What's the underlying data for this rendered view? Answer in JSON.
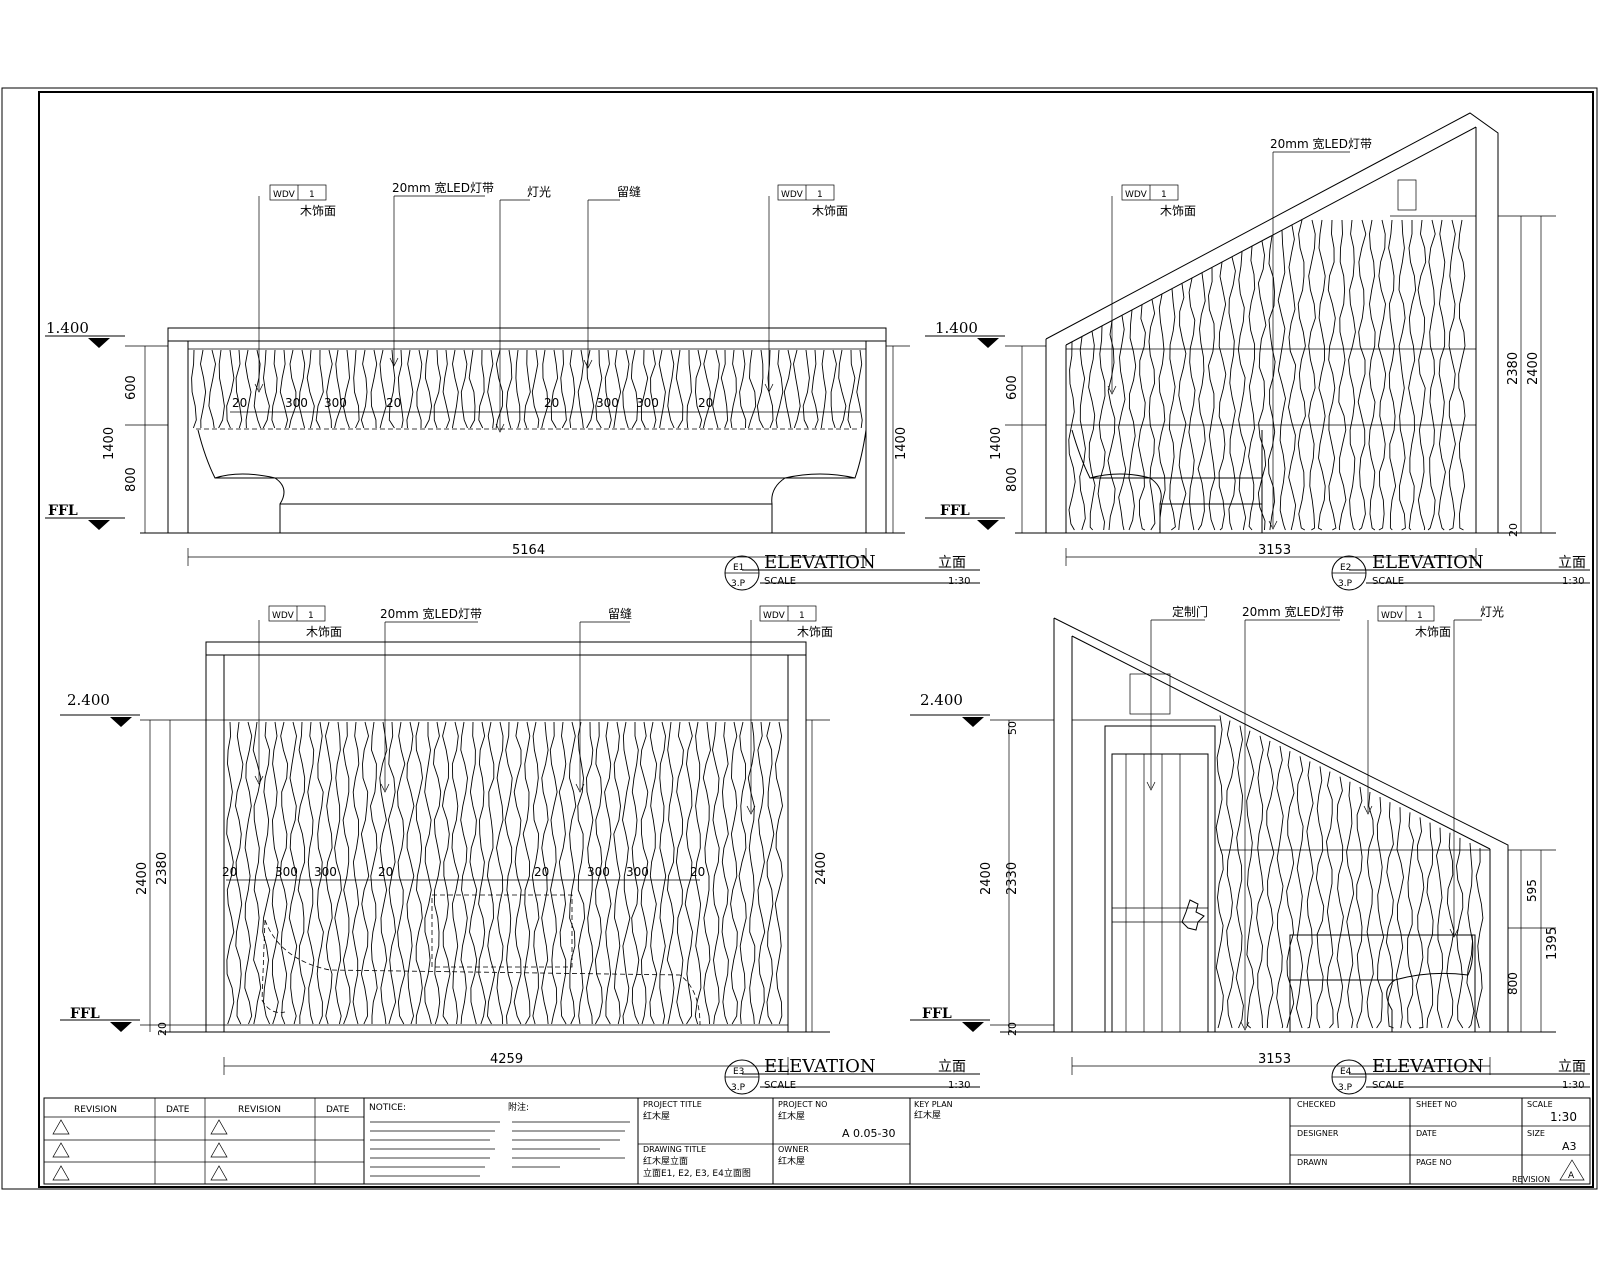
{
  "elevations": [
    {
      "id": "E1",
      "level_top": "1.400",
      "level_bottom": "FFL",
      "dims_left": [
        "600",
        "800",
        "1400"
      ],
      "dims_right": [
        "1400"
      ],
      "width": "5164",
      "spacings": [
        "20",
        "300",
        "300",
        "20",
        "20",
        "300",
        "300",
        "20"
      ],
      "tags": [
        {
          "code": "WDV",
          "num": "1",
          "label": "木饰面"
        },
        {
          "code": "WDV",
          "num": "1",
          "label": "木饰面"
        }
      ],
      "callouts": [
        "20mm 宽LED灯带",
        "灯光",
        "留缝"
      ],
      "badge": {
        "top": "E1",
        "bottom": "3.P"
      },
      "title": "ELEVATION",
      "title_cn": "立面",
      "scale_label": "SCALE",
      "scale": "1:30"
    },
    {
      "id": "E2",
      "level_top": "1.400",
      "level_bottom": "FFL",
      "dims_left": [
        "600",
        "800",
        "1400"
      ],
      "dims_right": [
        "2380",
        "2400",
        "20"
      ],
      "width": "3153",
      "tags": [
        {
          "code": "WDV",
          "num": "1",
          "label": "木饰面"
        }
      ],
      "callouts": [
        "20mm 宽LED灯带"
      ],
      "badge": {
        "top": "E2",
        "bottom": "3.P"
      },
      "title": "ELEVATION",
      "title_cn": "立面",
      "scale_label": "SCALE",
      "scale": "1:30"
    },
    {
      "id": "E3",
      "level_top": "2.400",
      "level_bottom": "FFL",
      "dims_left": [
        "2400",
        "2380",
        "20"
      ],
      "dims_right": [
        "2400"
      ],
      "width": "4259",
      "spacings": [
        "20",
        "300",
        "300",
        "20",
        "20",
        "300",
        "300",
        "20"
      ],
      "tags": [
        {
          "code": "WDV",
          "num": "1",
          "label": "木饰面"
        },
        {
          "code": "WDV",
          "num": "1",
          "label": "木饰面"
        }
      ],
      "callouts": [
        "20mm 宽LED灯带",
        "留缝"
      ],
      "badge": {
        "top": "E3",
        "bottom": "3.P"
      },
      "title": "ELEVATION",
      "title_cn": "立面",
      "scale_label": "SCALE",
      "scale": "1:30"
    },
    {
      "id": "E4",
      "level_top": "2.400",
      "level_bottom": "FFL",
      "dims_left": [
        "2400",
        "2330",
        "20",
        "50"
      ],
      "dims_right": [
        "595",
        "1395",
        "800"
      ],
      "width": "3153",
      "tags": [
        {
          "code": "WDV",
          "num": "1",
          "label": "木饰面"
        }
      ],
      "callouts": [
        "定制门",
        "20mm 宽LED灯带",
        "灯光"
      ],
      "badge": {
        "top": "E4",
        "bottom": "3.P"
      },
      "title": "ELEVATION",
      "title_cn": "立面",
      "scale_label": "SCALE",
      "scale": "1:30"
    }
  ],
  "title_block": {
    "revision_headers": [
      "REVISION",
      "DATE",
      "REVISION",
      "DATE"
    ],
    "notice_label": "NOTICE:",
    "notes_label": "附注:",
    "project_title_label": "PROJECT TITLE",
    "project_title": "红木屋",
    "project_no_label": "PROJECT NO",
    "project_no": "红木屋",
    "project_code": "A 0.05-30",
    "drawing_title_label": "DRAWING TITLE",
    "drawing_title_1": "红木屋立面",
    "drawing_title_2": "立面E1, E2, E3, E4立面图",
    "owner_label": "OWNER",
    "owner": "红木屋",
    "key_plan_label": "KEY PLAN",
    "key_plan": "红木屋",
    "checked_label": "CHECKED",
    "designer_label": "DESIGNER",
    "drawn_label": "DRAWN",
    "sheet_no_label": "SHEET NO",
    "date_label": "DATE",
    "page_no_label": "PAGE NO",
    "scale_label": "SCALE",
    "scale": "1:30",
    "size_label": "SIZE",
    "size": "A3",
    "revision_label": "REVISION",
    "revision": "A"
  }
}
